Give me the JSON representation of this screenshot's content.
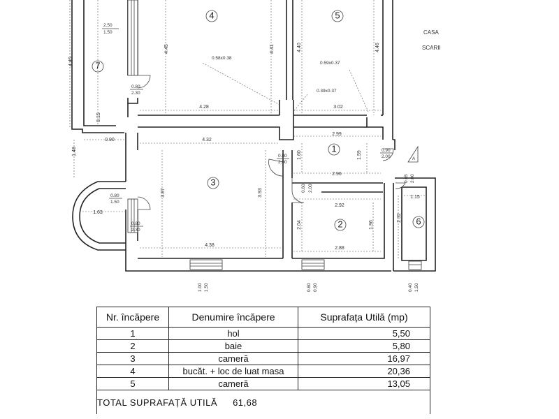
{
  "plan": {
    "rooms": [
      "1",
      "2",
      "3",
      "4",
      "5",
      "6",
      "7"
    ],
    "stair_label": [
      "CASA",
      "SCARII"
    ],
    "dims": {
      "r4_h_left": "4.45",
      "r4_h_right": "4.41",
      "r5_h_left": "4.40",
      "r5_h_right": "4.46",
      "r4_w": "4.28",
      "r5_w": "3.02",
      "r7_h": "4.45",
      "r7_mid": "8.15",
      "hol_w_top": "2.99",
      "hol_w_bot": "2.96",
      "hol_h_left": "1.60",
      "hol_h_right": "1.59",
      "r3_w_top": "4.32",
      "r3_w_bot": "4.38",
      "r3_h_left": "3.87",
      "r3_h_right": "3.93",
      "r2_w_top": "2.92",
      "r2_w_bot": "2.88",
      "r2_h_left": "2.04",
      "r2_h_right": "1.96",
      "r6_w": "1.15",
      "r6_h": "2.32",
      "balcony_w": "1.63",
      "side_148": "1.48",
      "side_090": "0.90"
    },
    "openings": {
      "o_250": [
        "2.50",
        "1.50"
      ],
      "o_058": "0.58x0.38",
      "o_059": "0.59x0.37",
      "o_039": "0.39x0.37",
      "o_080_230_a": [
        "0.80",
        "2.30"
      ],
      "o_080_230_b": [
        "0.80",
        "2.30"
      ],
      "o_080_150": [
        "0.80",
        "1.50"
      ],
      "o_080_200": [
        "0.80",
        "2.00"
      ],
      "o_090_200": [
        "0.90",
        "2.00"
      ],
      "o_060_200": [
        "0.60",
        "2.00"
      ],
      "o_065_200": [
        "0.65",
        "2.00"
      ],
      "w_100_150": [
        "1.00",
        "1.50"
      ],
      "w_080_090": [
        "0.80",
        "0.90"
      ],
      "w_040_150": [
        "0.40",
        "1.50"
      ]
    }
  },
  "table": {
    "headers": [
      "Nr. încăpere",
      "Denumire încăpere",
      "Suprafața Utilă (mp)"
    ],
    "rows": [
      [
        "1",
        "hol",
        "5,50"
      ],
      [
        "2",
        "baie",
        "5,80"
      ],
      [
        "3",
        "cameră",
        "16,97"
      ],
      [
        "4",
        "bucăt. + loc de luat masa",
        "20,36"
      ],
      [
        "5",
        "cameră",
        "13,05"
      ]
    ],
    "total_label": "TOTAL SUPRAFAȚĂ UTILĂ",
    "total_value": "61,68"
  }
}
